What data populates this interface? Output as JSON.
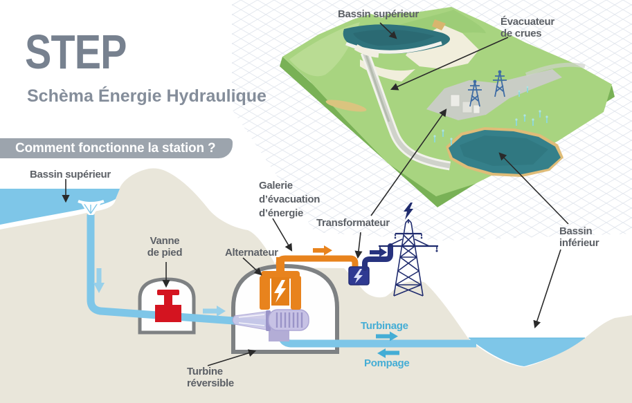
{
  "page": {
    "title": "STEP",
    "subtitle_line1": "Schèma Énergie",
    "subtitle_line2": "Hydraulique",
    "question_banner": "Comment fonctionne la station ?"
  },
  "labels": {
    "bassin_superieur_3d": "Bassin supérieur",
    "evacuateur_line1": "Évacuateur",
    "evacuateur_line2": "de crues",
    "bassin_superieur": "Bassin supérieur",
    "vanne_line1": "Vanne",
    "vanne_line2": "de pied",
    "alternateur": "Alternateur",
    "galerie_line1": "Galerie",
    "galerie_line2": "d’évacuation",
    "galerie_line3": "d’énergie",
    "transformateur": "Transformateur",
    "bassin_inferieur_line1": "Bassin",
    "bassin_inferieur_line2": "inférieur",
    "turbine_line1": "Turbine",
    "turbine_line2": "réversible",
    "turbinage": "Turbinage",
    "pompage": "Pompage"
  },
  "colors": {
    "title_gray": "#77818F",
    "banner_gray": "#9CA4AD",
    "label_gray": "#5C6066",
    "water_blue": "#7EC6E8",
    "flow_blue": "#44ADD5",
    "pipe_orange": "#E8831D",
    "navy": "#27337F",
    "valve_red": "#D41420",
    "turbine_lavender": "#C7C2E5",
    "terrain_beige": "#E9E6DA",
    "green_3d": "#A8D480",
    "teal_basin": "#2F737C"
  }
}
